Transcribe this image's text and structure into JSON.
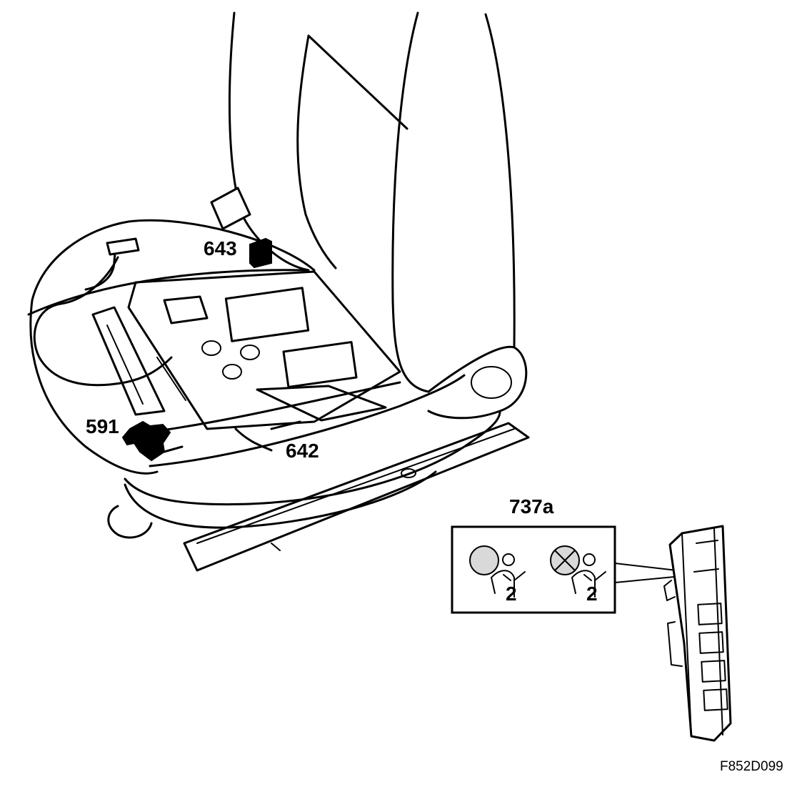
{
  "labels": {
    "part_643": "643",
    "part_591": "591",
    "part_642": "642",
    "part_737a": "737a"
  },
  "figure_id": "F852D099",
  "indicator_panel": {
    "left_symbol_number": "2",
    "right_symbol_number": "2"
  },
  "colors": {
    "line": "#000000",
    "background": "#ffffff",
    "indicator_fill": "#d9d9d9"
  }
}
